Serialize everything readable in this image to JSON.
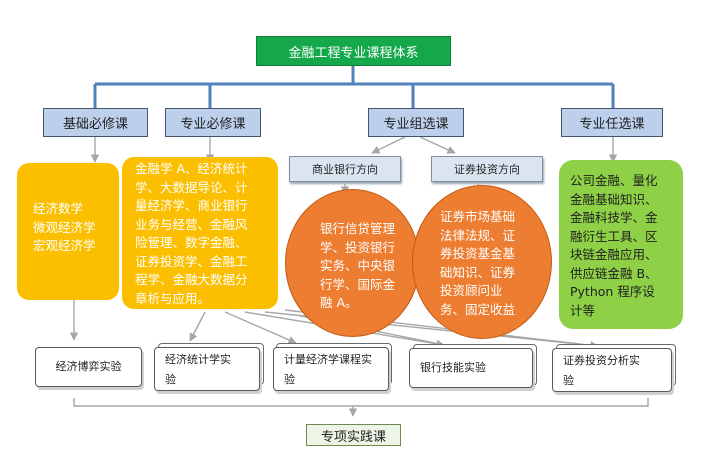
{
  "title": "金融工程专业课程体系",
  "categories": {
    "basic": "基础必修课",
    "required": "专业必修课",
    "group": "专业组选课",
    "elective": "专业任选课"
  },
  "directions": {
    "bank": "商业银行方向",
    "securities": "证券投资方向"
  },
  "basic_courses": [
    "经济数学",
    "微观经济学",
    "宏观经济学"
  ],
  "required_courses": [
    "金融学 A、经济统计",
    "学、大数据导论、计",
    "量经济学、商业银行",
    "业务与经营、金融风",
    "险管理、数字金融、",
    "证券投资学、金融工",
    "程学、金融大数据分",
    "章析与应用。"
  ],
  "bank_courses": [
    "银行信贷管理",
    "学、投资银行",
    "实务、中央银",
    "行学、国际金",
    "融 A。"
  ],
  "securities_courses": [
    "证券市场基础",
    "法律法规、证",
    "券投资基金基",
    "础知识、证券",
    "投资顾问业",
    "务、固定收益"
  ],
  "elective_courses": [
    "公司金融、量化",
    "金融基础知识、",
    "金融科技学、金",
    "融衍生工具、区",
    "块链金融应用、",
    "供应链金融 B、",
    "Python 程序设",
    "计等"
  ],
  "labs": {
    "game": "经济博弈实验",
    "stats": [
      "经济统计学实",
      "验"
    ],
    "econometrics": [
      "计量经济学课程实",
      "验"
    ],
    "bank": "银行技能实验",
    "securities": [
      "证券投资分析实",
      "验"
    ]
  },
  "practice": "专项实践课",
  "colors": {
    "root": "#14a84a",
    "category": "#bcd0ec",
    "direction": "#dbe5f1",
    "course_yellow": "#fbbf00",
    "course_orange": "#ed7d31",
    "course_green": "#8ed146",
    "connector": "#4f81bd",
    "arrow": "#a6a6a6",
    "practice": "#ecf5e6"
  }
}
